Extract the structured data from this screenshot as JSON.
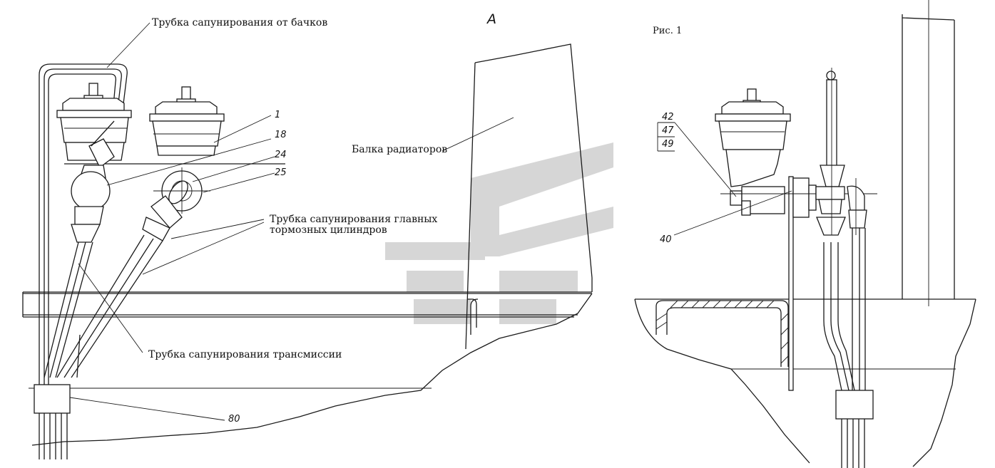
{
  "view_label": "А",
  "figure_label": "Рис. 1",
  "labels": {
    "tube_tanks": "Трубка сапунирования от бачков",
    "radiator_beam": "Балка радиаторов",
    "tube_master_1": "Трубка сапунирования главных",
    "tube_master_2": "тормозных цилиндров",
    "tube_transmission": "Трубка сапунирования трансмиссии"
  },
  "callouts": {
    "c1": "1",
    "c18": "18",
    "c24": "24",
    "c25": "25",
    "c80": "80",
    "c42": "42",
    "c47": "47",
    "c49": "49",
    "c40": "40"
  },
  "colors": {
    "line": "#1a1a1a",
    "watermark": "#c8c8c8"
  }
}
